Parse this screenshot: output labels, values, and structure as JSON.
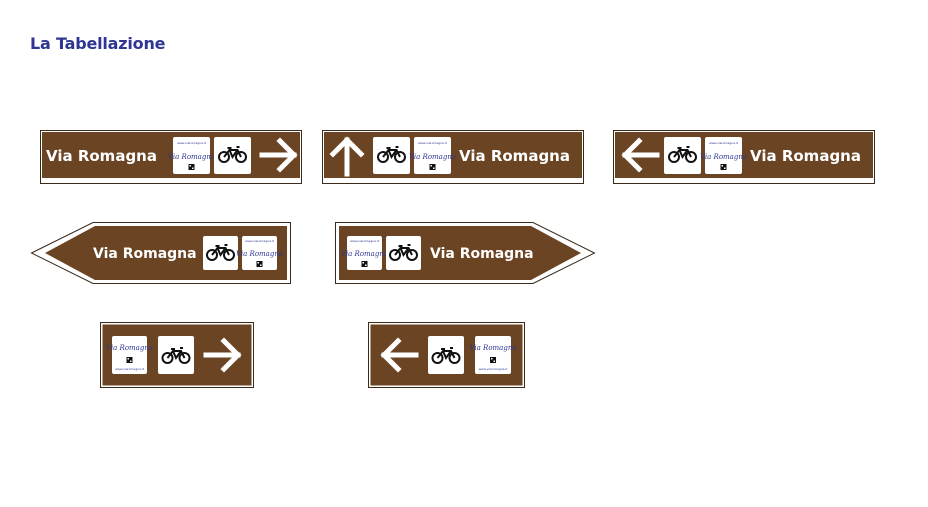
{
  "page": {
    "title": "La Tabellazione"
  },
  "colors": {
    "title": "#2e3592",
    "sign_brown": "#6b4423",
    "sign_border": "#ffffff",
    "outline": "#3a2a1a",
    "brand_blue": "#2e3592",
    "icon_black": "#111111"
  },
  "signs": {
    "label": "Via Romagna",
    "website": "www.viaromagna.it",
    "brand_script": "Via Romagna",
    "icons": [
      "bicycle-icon",
      "qr-code-icon",
      "arrow-right-icon",
      "arrow-up-icon",
      "arrow-left-icon"
    ]
  }
}
